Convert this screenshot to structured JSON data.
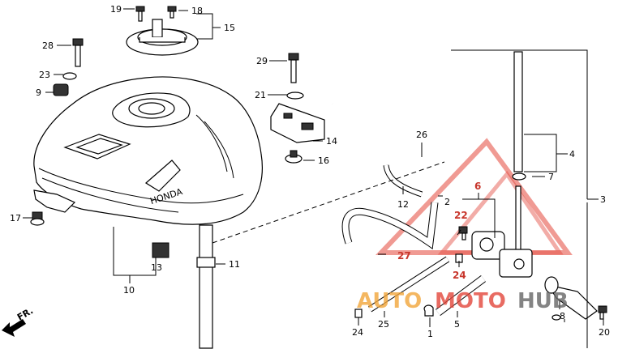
{
  "labels": {
    "p1": "1",
    "p2": "2",
    "p3": "3",
    "p4": "4",
    "p5": "5",
    "p6": "6",
    "p7": "7",
    "p8": "8",
    "p9": "9",
    "p10": "10",
    "p11": "11",
    "p12": "12",
    "p13": "13",
    "p14": "14",
    "p15": "15",
    "p16": "16",
    "p17": "17",
    "p18": "18",
    "p19": "19",
    "p20": "20",
    "p21": "21",
    "p22": "22",
    "p23": "23",
    "p24a": "24",
    "p24b": "24",
    "p25": "25",
    "p26": "26",
    "p27": "27",
    "p28": "28",
    "p29": "29"
  },
  "front_label": "FR.",
  "tank_text": "HONDA",
  "watermark": {
    "part1": "AUTO",
    "part2": "MOTO",
    "part3": "HUB",
    "color_orange": "#f2a63a",
    "color_red": "#e3473b",
    "color_gray": "#666666"
  }
}
